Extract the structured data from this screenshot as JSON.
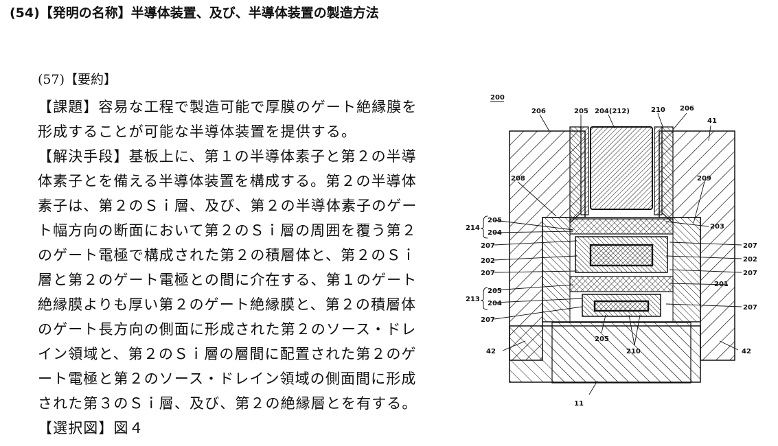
{
  "header": {
    "title": "(54)【発明の名称】半導体装置、及び、半導体装置の製造方法"
  },
  "abstract": {
    "heading": "(57)【要約】",
    "lines": [
      "【課題】容易な工程で製造可能で厚膜のゲート絶縁膜を",
      "形成することが可能な半導体装置を提供する。",
      "【解決手段】基板上に、第１の半導体素子と第２の半導",
      "体素子とを備える半導体装置を構成する。第２の半導体",
      "素子は、第２のＳｉ層、及び、第２の半導体素子のゲー",
      "ト幅方向の断面において第２のＳｉ層の周囲を覆う第２",
      "のゲート電極で構成された第２の積層体と、第２のＳｉ",
      "層と第２のゲート電極との間に介在する、第１のゲート",
      "絶縁膜よりも厚い第２のゲート絶縁膜と、第２の積層体",
      "のゲート長方向の側面に形成された第２のソース・ドレ",
      "イン領域と、第２のＳｉ層の層間に配置された第２のゲ",
      "ート電極と第２のソース・ドレイン領域の側面間に形成",
      "された第３のＳｉ層、及び、第２の絶縁層とを有する。",
      "【選択図】図４"
    ]
  },
  "figure": {
    "labels": {
      "fig": "200",
      "l206a": "206",
      "l205t": "205",
      "l204": "204(212)",
      "l210t": "210",
      "l206b": "206",
      "l41": "41",
      "l208": "208",
      "l209": "209",
      "l203": "203",
      "l214": "214",
      "l205a": "205",
      "l204a": "204",
      "l207a": "207",
      "l202a": "202",
      "l207b": "207",
      "l213": "213",
      "l205b": "205",
      "l204b": "204",
      "l207c": "207",
      "l207r1": "207",
      "l202r": "202",
      "l207r2": "207",
      "l201": "201",
      "l207r3": "207",
      "l205bot": "205",
      "l210bot": "210",
      "l42a": "42",
      "l42b": "42",
      "l11": "11"
    }
  }
}
